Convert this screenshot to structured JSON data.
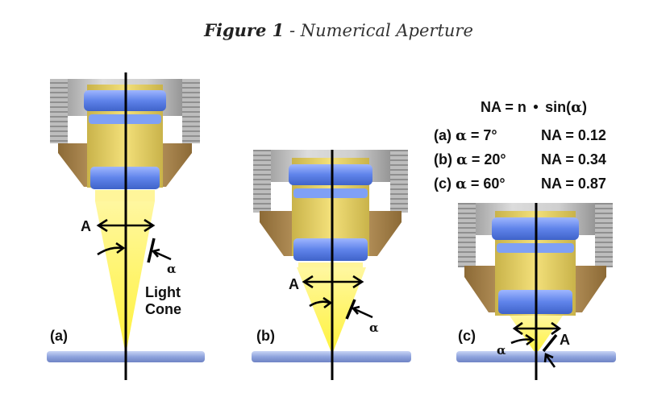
{
  "title": {
    "bold": "Figure 1",
    "rest": " - Numerical Aperture"
  },
  "formula": {
    "lhs": "NA = n",
    "dot": "●",
    "fn": "sin(",
    "alpha": "α",
    "close": ")"
  },
  "results": [
    {
      "panel": "(a)",
      "alpha_sym": "α",
      "eq": "= 7°",
      "na": "NA = 0.12"
    },
    {
      "panel": "(b)",
      "alpha_sym": "α",
      "eq": "= 20°",
      "na": "NA = 0.34"
    },
    {
      "panel": "(c)",
      "alpha_sym": "α",
      "eq": "= 60°",
      "na": "NA = 0.87"
    }
  ],
  "panels": [
    {
      "id": "a",
      "label": "(a)",
      "aperture_label": "A",
      "angle_label": "α",
      "cone_line1": "Light",
      "cone_line2": "Cone",
      "half_angle_deg": 7
    },
    {
      "id": "b",
      "label": "(b)",
      "aperture_label": "A",
      "angle_label": "α",
      "half_angle_deg": 20
    },
    {
      "id": "c",
      "label": "(c)",
      "aperture_label": "A",
      "angle_label": "α",
      "half_angle_deg": 60
    }
  ],
  "colors": {
    "cone": "#fff25a",
    "lens_blue": "#6c8ff0",
    "brass": "#c8a66a",
    "housing": "#b9b9b9",
    "slide": "#9fb1e6",
    "axis": "#000000"
  }
}
